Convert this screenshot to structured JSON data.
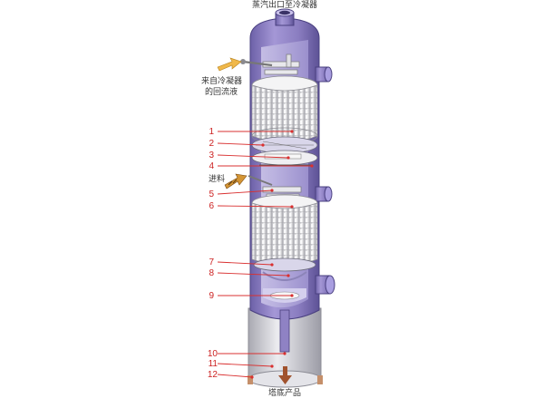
{
  "labels": {
    "top_outlet": "蒸汽出口至冷凝器",
    "reflux_line1": "来自冷凝器",
    "reflux_line2": "的回流液",
    "feed": "进料",
    "bottom_product": "塔底产品"
  },
  "callouts": [
    "1",
    "2",
    "3",
    "4",
    "5",
    "6",
    "7",
    "8",
    "9",
    "10",
    "11",
    "12"
  ],
  "colors": {
    "shell": "#8f82c4",
    "shell_dark": "#5f5499",
    "shell_light": "#b8aee0",
    "skirt": "#d6d6dc",
    "packing": "#e8e8ea",
    "leader": "#d93030",
    "arrow_in": "#f0b84a",
    "arrow_out": "#a0522d"
  }
}
